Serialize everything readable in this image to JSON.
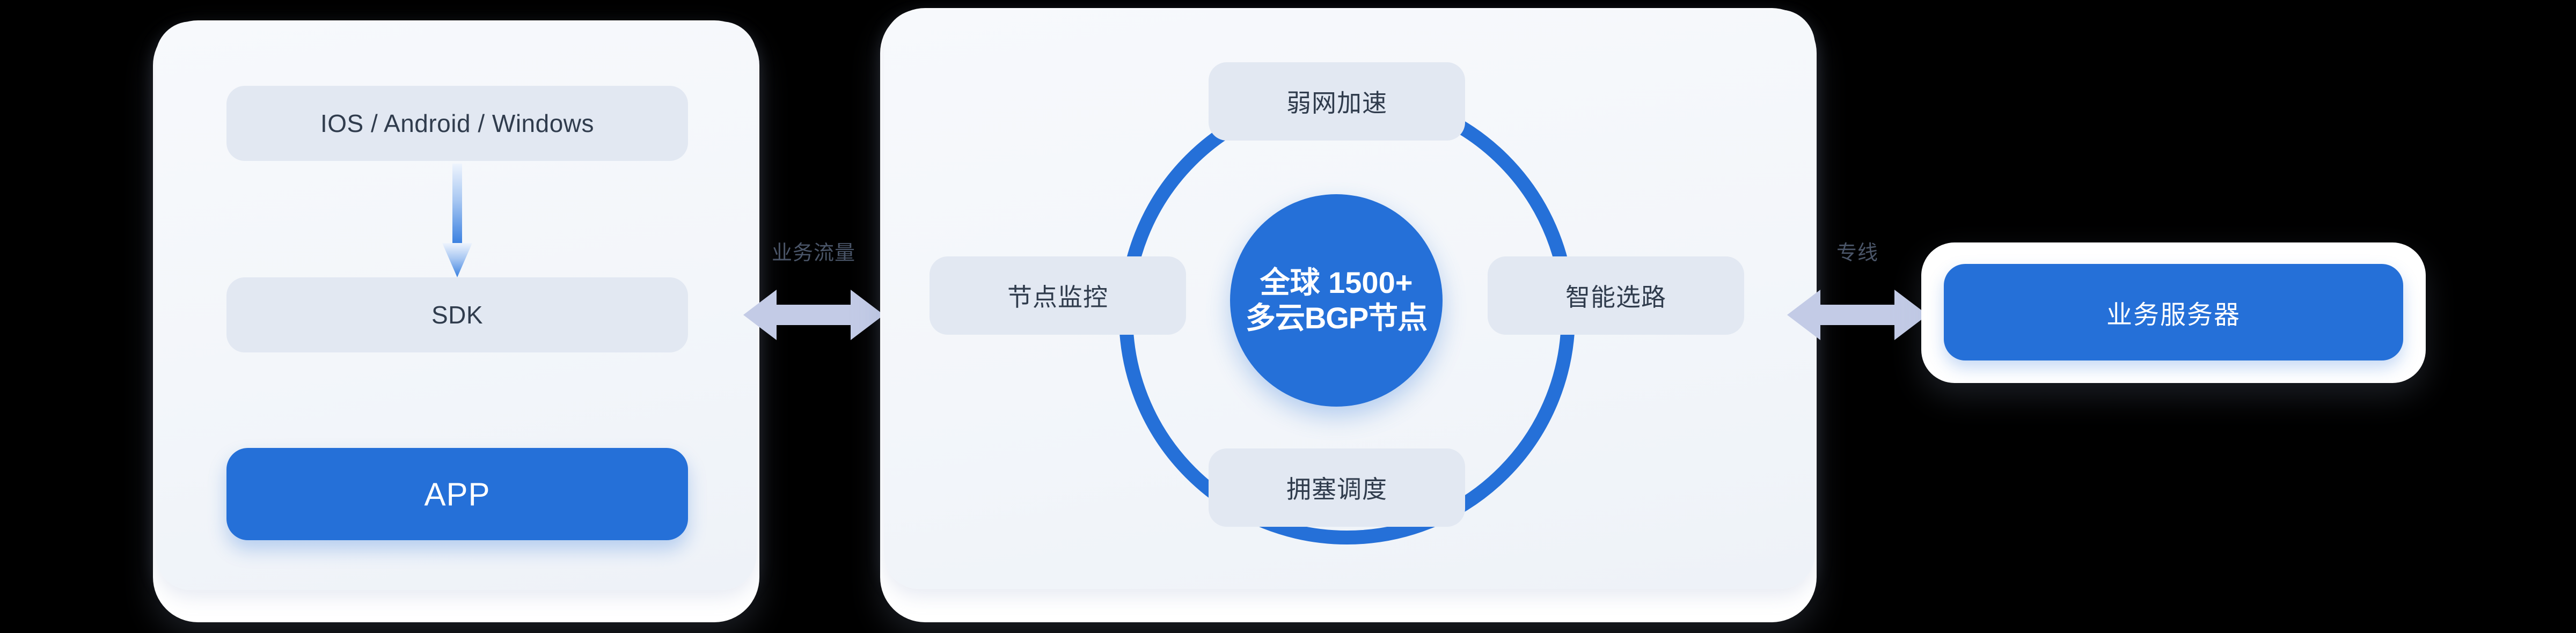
{
  "colors": {
    "accent_blue": "#2570d8",
    "ring_blue": "#2570d8",
    "pill_bg": "#e2e8f2",
    "card_bg": "#f4f7fb",
    "shell_white": "#ffffff",
    "arrow_lavender": "#c3cbe6",
    "text_dark": "#303c4d",
    "text_on_blue": "#ffffff",
    "label_gray": "#4a5568"
  },
  "left_card": {
    "name": "client-side-card",
    "platform_pill": "IOS / Android / Windows",
    "sdk_pill": "SDK",
    "app_button": "APP",
    "arrow_icon": "arrow-down-icon"
  },
  "connectors": [
    {
      "label": "业务流量",
      "icon": "bidirectional-arrow-icon"
    },
    {
      "label": "专线",
      "icon": "bidirectional-arrow-icon"
    }
  ],
  "middle_card": {
    "name": "acceleration-network-card",
    "core": {
      "line1": "全球 1500+",
      "line2": "多云BGP节点"
    },
    "nodes": [
      {
        "position": "top",
        "label": "弱网加速"
      },
      {
        "position": "right",
        "label": "智能选路"
      },
      {
        "position": "bottom",
        "label": "拥塞调度"
      },
      {
        "position": "left",
        "label": "节点监控"
      }
    ],
    "ring_icon": "circle-ring-icon"
  },
  "right_card": {
    "name": "business-server-card",
    "label": "业务服务器"
  }
}
